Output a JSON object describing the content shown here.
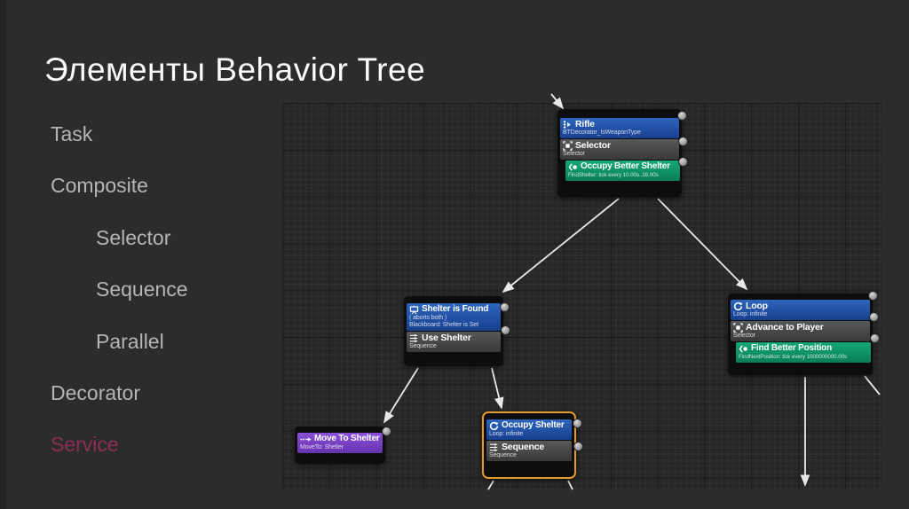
{
  "slide": {
    "title": "Элементы Behavior Tree",
    "list": [
      {
        "label": "Task",
        "level": 1
      },
      {
        "label": "Composite",
        "level": 1
      },
      {
        "label": "Selector",
        "level": 2
      },
      {
        "label": "Sequence",
        "level": 2
      },
      {
        "label": "Parallel",
        "level": 2
      },
      {
        "label": "Decorator",
        "level": 1
      },
      {
        "label": "Service",
        "level": 1,
        "color": "#8e2d55"
      }
    ]
  },
  "editor": {
    "nodes": {
      "rifle": {
        "decorator": {
          "title": "Rifle",
          "sub": "BTDecorator_IsWeaponType"
        },
        "composite": {
          "title": "Selector",
          "sub": "Selector"
        },
        "service": {
          "title": "Occupy Better Shelter",
          "sub": "FindShelter: tick every 10.00s..16.00s"
        }
      },
      "shelter_is_found": {
        "decorator": {
          "title": "Shelter is Found",
          "aborts": "( aborts both )",
          "sub": "Blackboard: Shelter is Set"
        },
        "composite": {
          "title": "Use Shelter",
          "sub": "Sequence"
        }
      },
      "loop": {
        "decorator": {
          "title": "Loop",
          "sub": "Loop: infinite"
        },
        "composite": {
          "title": "Advance to Player",
          "sub": "Selector"
        },
        "service": {
          "title": "Find Better Position",
          "sub": "FindNextPosition: tick every 1000000000.00s"
        }
      },
      "move_to_shelter": {
        "task": {
          "title": "Move To Shelter",
          "sub": "MoveTo: Shelter"
        }
      },
      "occupy_shelter": {
        "selected": "true",
        "decorator": {
          "title": "Occupy Shelter",
          "sub": "Loop: infinite"
        },
        "composite": {
          "title": "Sequence",
          "sub": "Sequence"
        }
      }
    },
    "colors": {
      "decorator_blue": "#2456ab",
      "composite_gray": "#4a4a4a",
      "service_green": "#0f9b69",
      "task_purple": "#7d43cf",
      "selection_orange": "#e5992f",
      "edge_white": "#e9e9e9",
      "grid_bg": "#272727",
      "slide_bg": "#2c2c2c",
      "service_list_text": "#8e2d55"
    }
  }
}
